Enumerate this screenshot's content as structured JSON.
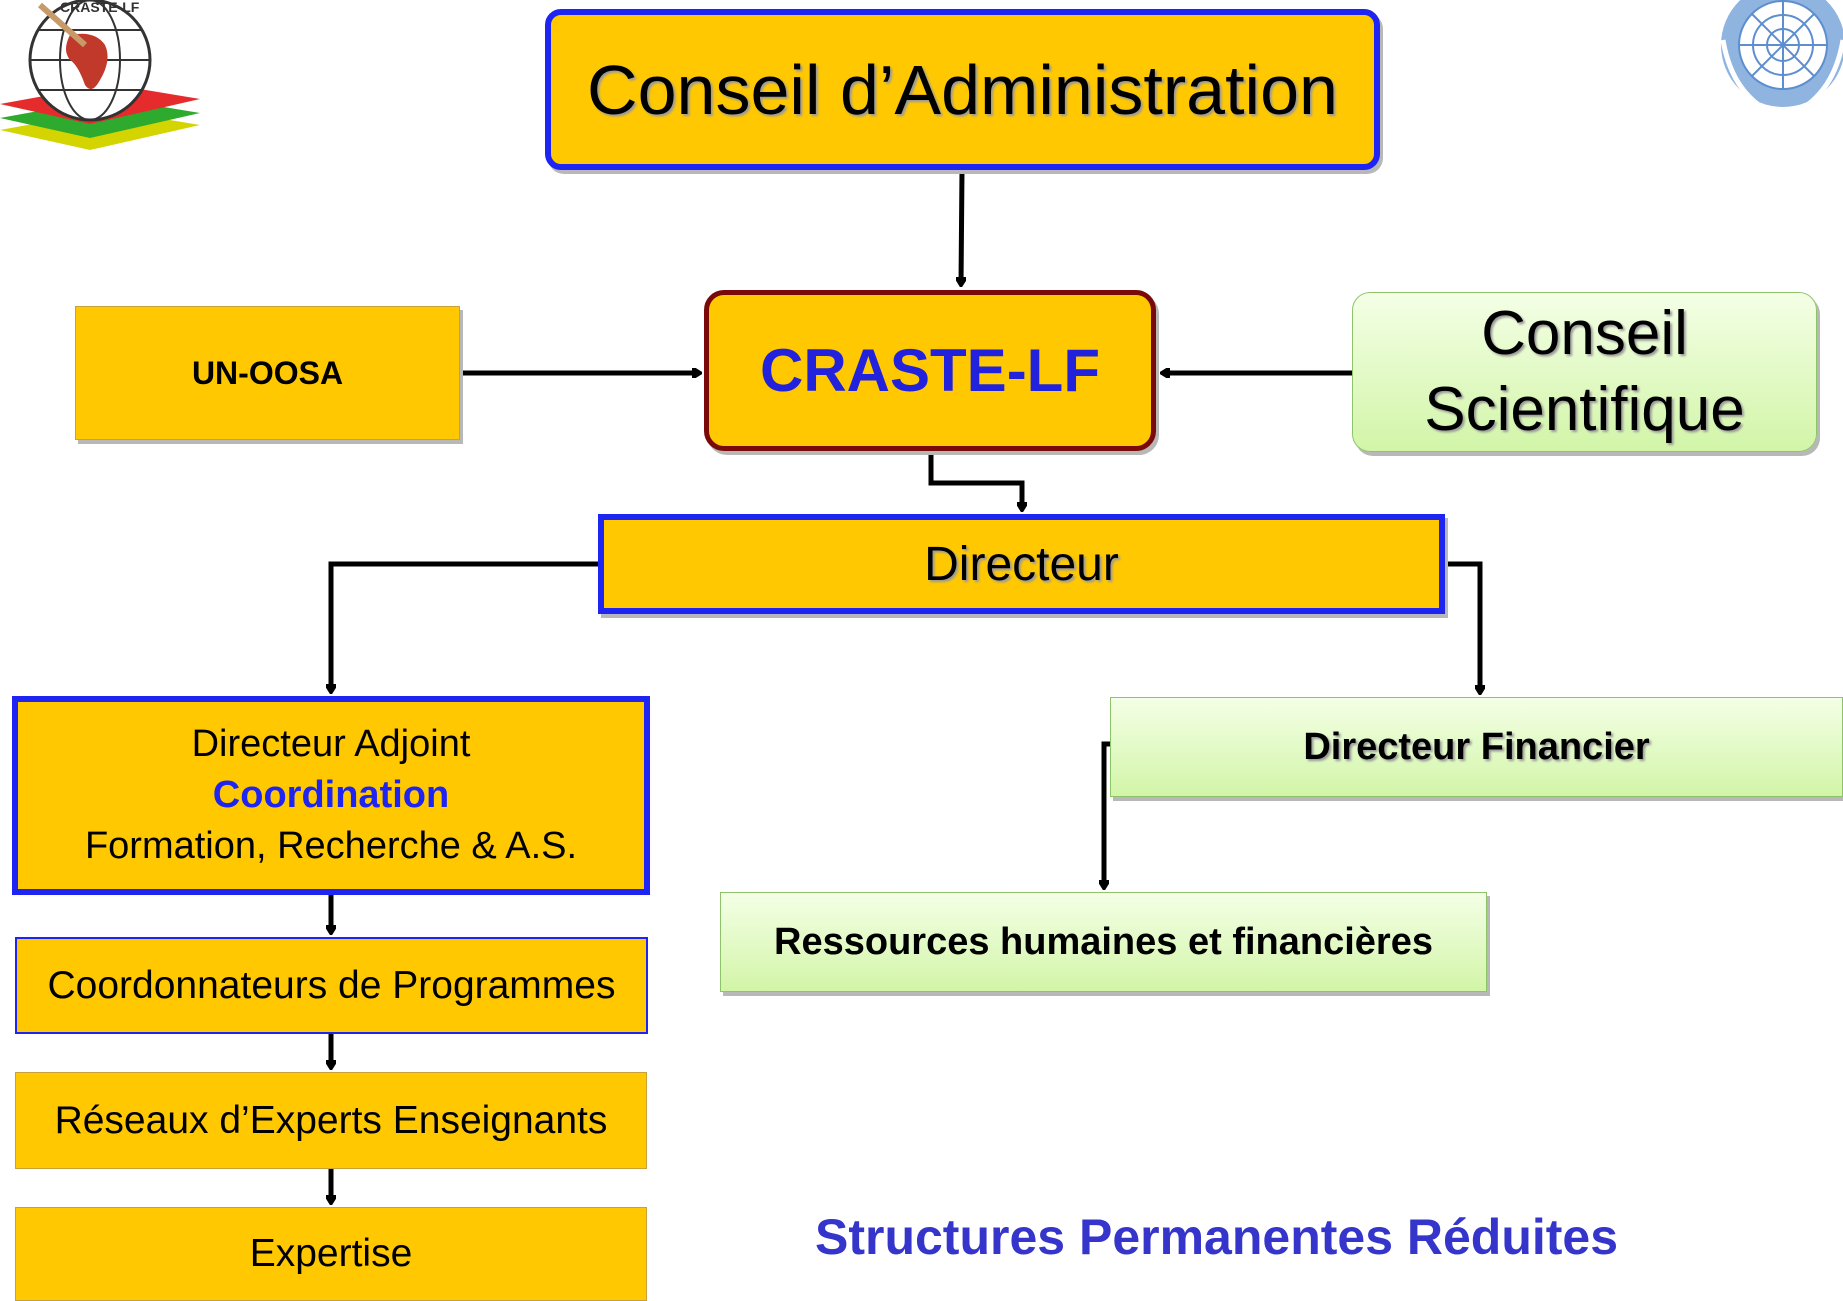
{
  "nodes": {
    "board": "Conseil d’Administration",
    "center": "CRASTE-LF",
    "unoosa": "UN-OOSA",
    "scientific_council": [
      "Conseil",
      "Scientifique"
    ],
    "director": "Directeur",
    "deputy_director": {
      "line1": "Directeur Adjoint",
      "line2": "Coordination",
      "line3": "Formation, Recherche &  A.S."
    },
    "program_coordinators": "Coordonnateurs de Programmes",
    "expert_networks": "Réseaux d’Experts Enseignants",
    "expertise": "Expertise",
    "finance_director": "Directeur Financier",
    "resources": "Ressources humaines et financières"
  },
  "caption": "Structures Permanentes Réduites",
  "logos": {
    "left": {
      "text": "CRASTE-LF",
      "icon": "craste-globe-logo"
    },
    "right": {
      "icon": "un-emblem-logo"
    }
  },
  "colors": {
    "box_fill": "#FFC800",
    "box_border": "#1E24F2",
    "center_border": "#7A0A0A",
    "center_text": "#2222DD",
    "green_fill": "#D2F5A8",
    "caption": "#3535CC"
  }
}
